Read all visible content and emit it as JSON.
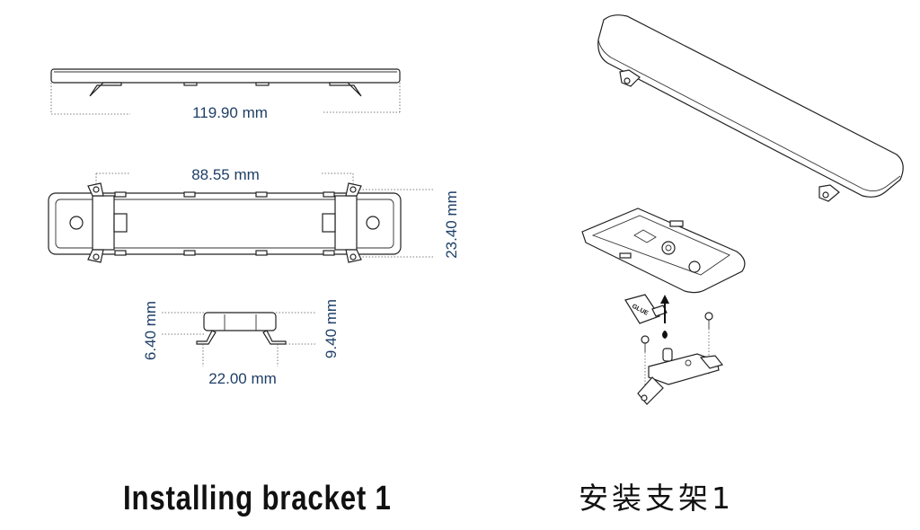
{
  "dimensions": {
    "length": "119.90 mm",
    "hole_spacing": "88.55 mm",
    "width": "23.40 mm",
    "height_left": "6.40 mm",
    "height_right": "9.40 mm",
    "bracket_width": "22.00 mm"
  },
  "glue_label": "GLUE",
  "caption_en": "Installing bracket 1",
  "caption_cn": "安装支架1"
}
